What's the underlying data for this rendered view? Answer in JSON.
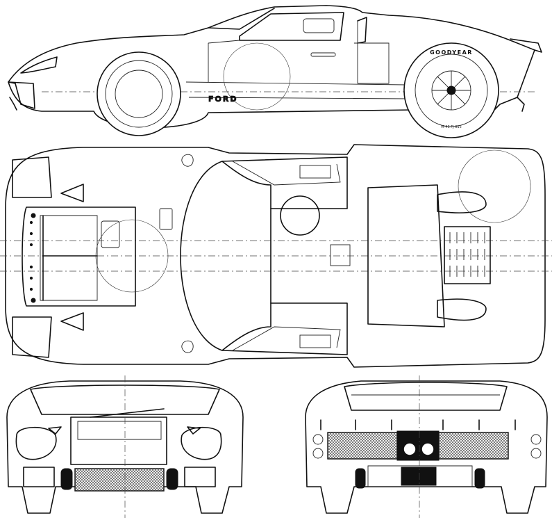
{
  "side_view": {
    "door_badge": "FORD",
    "tyre_brand": "GOODYEAR",
    "tyre_spec": "M-46 FJ 015"
  },
  "colors": {
    "line": "#111111",
    "paper": "#ffffff"
  }
}
